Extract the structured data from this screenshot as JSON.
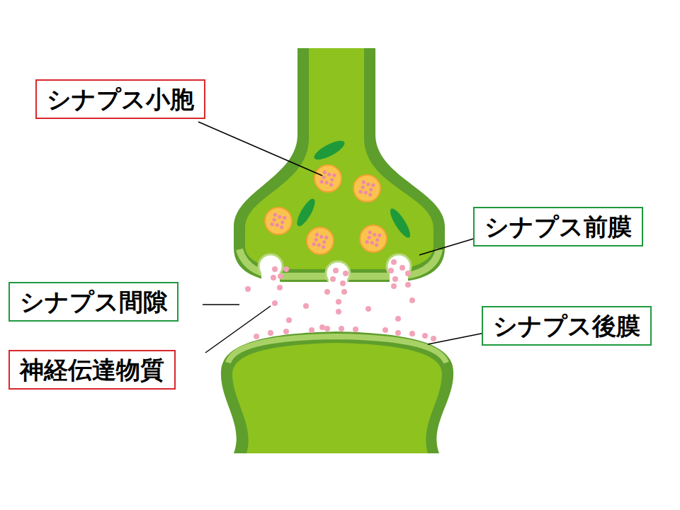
{
  "diagram": {
    "nodes": [
      {
        "text": [
          "シナプス小胞"
        ]
      },
      {
        "text": [
          "シナプス前膜"
        ]
      },
      {
        "text": [
          "シナプス間隙"
        ]
      },
      {
        "text": [
          "シナプス後膜"
        ]
      },
      {
        "text": [
          "神経伝達物質"
        ]
      }
    ]
  }
}
